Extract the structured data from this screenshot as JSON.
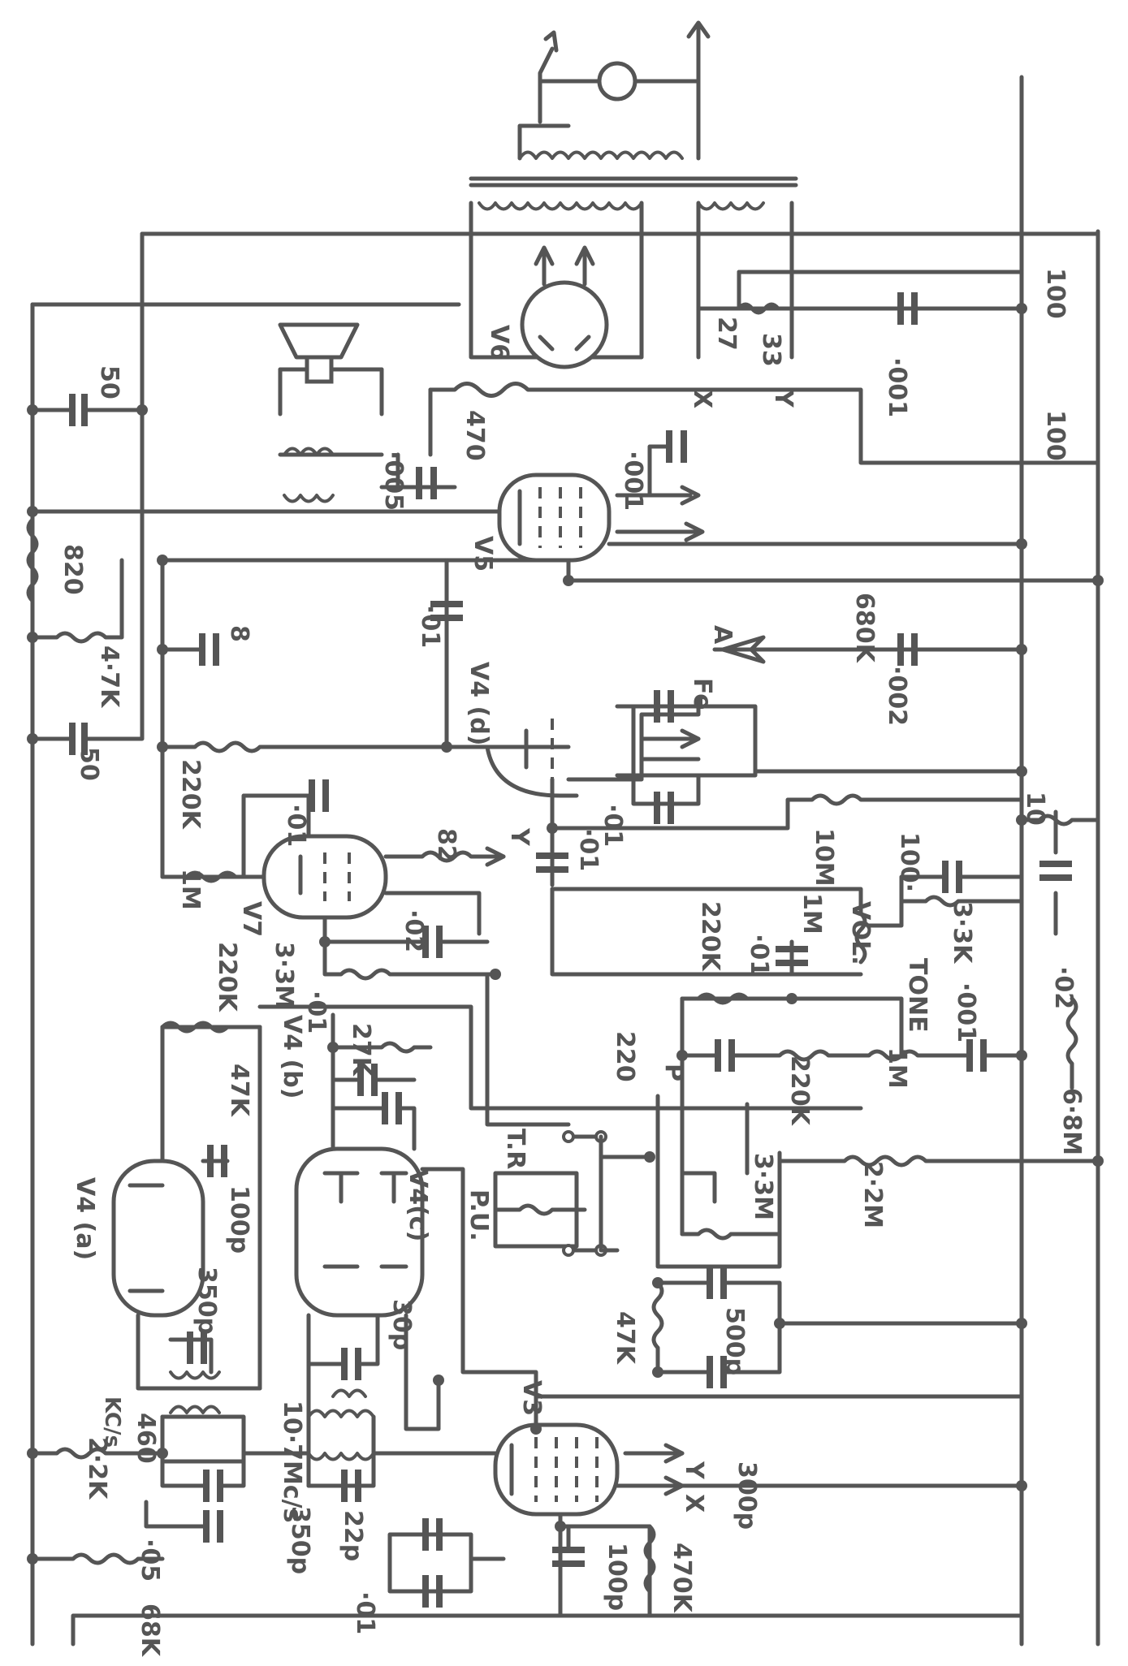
{
  "labels": {
    "r_2_2k": "2·2K",
    "c_460": "460",
    "c_kcs": "KC/s",
    "r_68k": "68K",
    "c_05": "·05",
    "c_01a": "·01",
    "c_350p_a": "350p",
    "c_22p": "22p",
    "c_10_7": "10·7Mc/s",
    "v3": "V3",
    "c_100p_a": "100p",
    "r_470k_a": "470K",
    "c_300p": "300p",
    "x_out": "X",
    "y_out": "Y",
    "c_30p": "30p",
    "v4c": "V4(c)",
    "v4a": "V4 (a)",
    "c_350p_b": "350p",
    "c_100p_b": "100p",
    "r_47k_a": "47K",
    "r_220k_a": "220K",
    "v4b": "V4 (b)",
    "c_01b": "·01",
    "r_27k": "27K",
    "r_47k_b": "47K",
    "c_500p": "500p",
    "pu": "P.U.",
    "tr": "T.R",
    "c_220p": "220",
    "c_p": "P",
    "r_3_3m_a": "3·3M",
    "r_2_2m": "2·2M",
    "r_220k_b": "220K",
    "r_1m_tone": "1M",
    "tone": "TONE",
    "c_001_a": "·001",
    "r_6_8m": "6·8M",
    "r_220k_c": "220K",
    "c_01c": "·01",
    "r_1m_vol": "1M",
    "vol": "VOL.",
    "c_02": "·02",
    "r_3_3k": "3·3K",
    "c_100_c": "100·",
    "r_10m": "10M",
    "r_10": "10",
    "c_01d": "·01",
    "c_01e": "·01",
    "v7": "V7",
    "r_1m_v7": "1M",
    "r_3_3m_b": "3·3M",
    "c_02b": "·02",
    "r_82": "82",
    "y_82": "Y",
    "c_01f": "·01",
    "r_220k_d": "220K",
    "c_50a": "50",
    "r_4_7k": "4·7K",
    "c_8": "8",
    "r_820": "820",
    "c_50b": "50",
    "v4d": "V4 (d)",
    "c_01g": "·01",
    "fe": "Fe",
    "a_lbl": "A",
    "c_002": "·002",
    "r_680k": "680K",
    "v5": "V5",
    "c_005": "·005",
    "r_470": "470",
    "c_001_b": "·001",
    "c_001_c": "·001",
    "r_100": "100",
    "c_100_d": "100",
    "r_27": "27",
    "r_33": "33",
    "x_lbl2": "X",
    "y_lbl2": "Y",
    "v6": "V6"
  }
}
